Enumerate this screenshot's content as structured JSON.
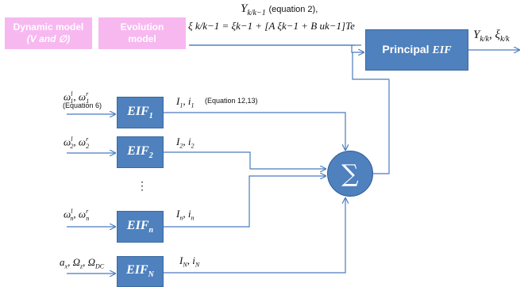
{
  "boxes": {
    "dynamic_model": {
      "line1": "Dynamic model",
      "line2": "(V and ∅)"
    },
    "evolution_model": {
      "line1": "Evolution",
      "line2": "model"
    },
    "principal": {
      "prefix": "Principal ",
      "var": "EIF"
    },
    "eif1": {
      "base": "EIF",
      "sub": "1"
    },
    "eif2": {
      "base": "EIF",
      "sub": "2"
    },
    "eifn": {
      "base": "EIF",
      "sub": "n"
    },
    "eifN": {
      "base": "EIF",
      "sub": "N"
    },
    "sum_symbol": "∑"
  },
  "equation": {
    "top_var": "Y",
    "top_sub": "k/k−1",
    "top_note": "(equation 2),",
    "line": "ξ k/k−1 = ξk−1 + [A ξk−1 + B uk−1]Te"
  },
  "output_label": {
    "y": "Y",
    "y_sub": "k/k",
    "sep": ", ",
    "xi": "ξ",
    "xi_sub": "k/k"
  },
  "inputs": {
    "row1": {
      "a": "ω",
      "a_sup": "l",
      "a_sub": "1",
      "sep": ", ",
      "b": "ω",
      "b_sup": "r",
      "b_sub": "1",
      "note": "(Equation 6)"
    },
    "row2": {
      "a": "ω",
      "a_sup": "l",
      "a_sub": "2",
      "sep": ", ",
      "b": "ω",
      "b_sup": "r",
      "b_sub": "2"
    },
    "rown": {
      "a": "ω",
      "a_sup": "l",
      "a_sub": "n",
      "sep": ", ",
      "b": "ω",
      "b_sup": "r",
      "b_sub": "n"
    },
    "rowN": {
      "text1": "a",
      "sub1": "x",
      "text2": ", Ω",
      "sub2": "z",
      "text3": ", Ω",
      "sub3": "DC"
    },
    "ellipsis": "⋮"
  },
  "outputs": {
    "row1": {
      "I": "I",
      "Isub": "1",
      "sep": ", i",
      "isub": "1",
      "note": "(Equation 12,13)"
    },
    "row2": {
      "I": "I",
      "Isub": "2",
      "sep": ", i",
      "isub": "2"
    },
    "rown": {
      "I": "I",
      "Isub": "n",
      "sep": ", i",
      "isub": "n"
    },
    "rowN": {
      "I": "I",
      "Isub": "N",
      "sep": ", i",
      "isub": "N"
    }
  },
  "colors": {
    "box_blue": "#4e81bd",
    "box_pink": "#f7b8f0",
    "line": "#4a7bbf"
  }
}
